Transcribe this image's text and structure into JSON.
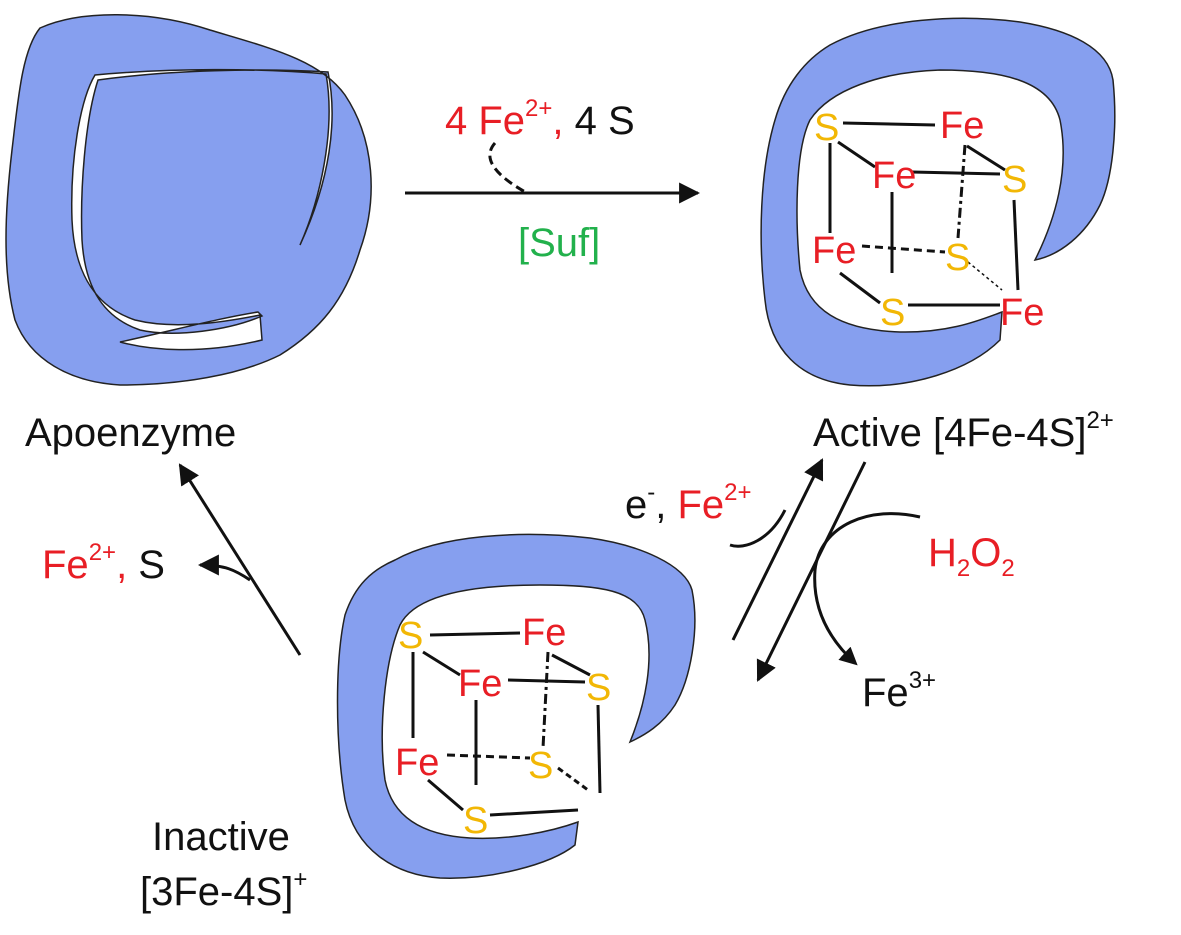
{
  "colors": {
    "protein": "#869FEF",
    "iron": "#E81E25",
    "sulfur": "#F2B705",
    "black": "#111111",
    "suf": "#22B14C"
  },
  "apoenzyme_label": "Apoenzyme",
  "active_label": {
    "text": "Active [4Fe-4S]",
    "charge": "2+"
  },
  "inactive_label": {
    "line1": "Inactive",
    "line2": "[3Fe-4S]",
    "charge": "+"
  },
  "top_reaction": {
    "fe_coef": "4 Fe",
    "fe_charge": "2+",
    "comma": ",",
    "s_text": " 4 S",
    "enzyme": "[Suf]"
  },
  "left_reaction": {
    "fe": "Fe",
    "fe_charge": "2+",
    "comma": ",",
    "s": " S"
  },
  "right_reaction": {
    "e_text": "e",
    "e_charge": "-",
    "comma": ",",
    "fe": " Fe",
    "fe_charge": "2+",
    "h2o2": {
      "h": "H",
      "h_sub": "2",
      "o": "O",
      "o_sub": "2"
    },
    "fe3": "Fe",
    "fe3_charge": "3+"
  },
  "cluster_atoms": {
    "fe": "Fe",
    "s": "S"
  }
}
